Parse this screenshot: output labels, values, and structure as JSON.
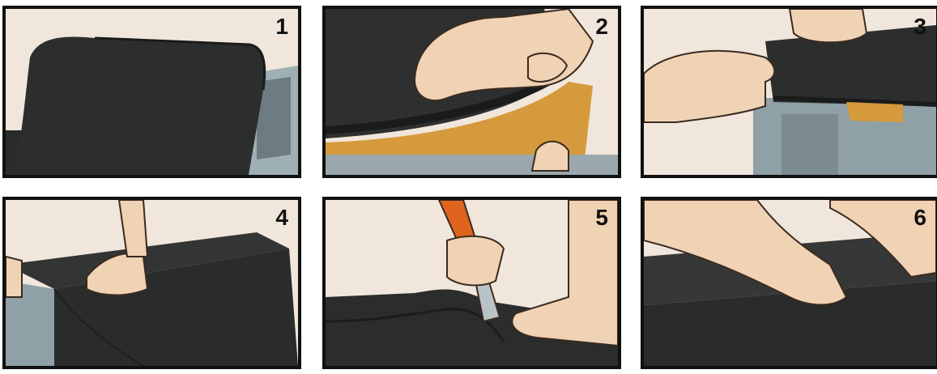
{
  "panels": [
    {
      "number": "1"
    },
    {
      "number": "2"
    },
    {
      "number": "3"
    },
    {
      "number": "4"
    },
    {
      "number": "5"
    },
    {
      "number": "6"
    }
  ],
  "colors": {
    "border": "#111111",
    "background": "#f3e9df",
    "foam": "#2b2d2c",
    "foam_edge": "#1a1b1b",
    "duct_metal": "#8fa0a6",
    "adhesive_tape": "#d49a3c",
    "skin": "#f0d2b4",
    "knife_handle": "#e0641e"
  },
  "icons": [
    "hand-illustration",
    "utility-knife-illustration"
  ]
}
